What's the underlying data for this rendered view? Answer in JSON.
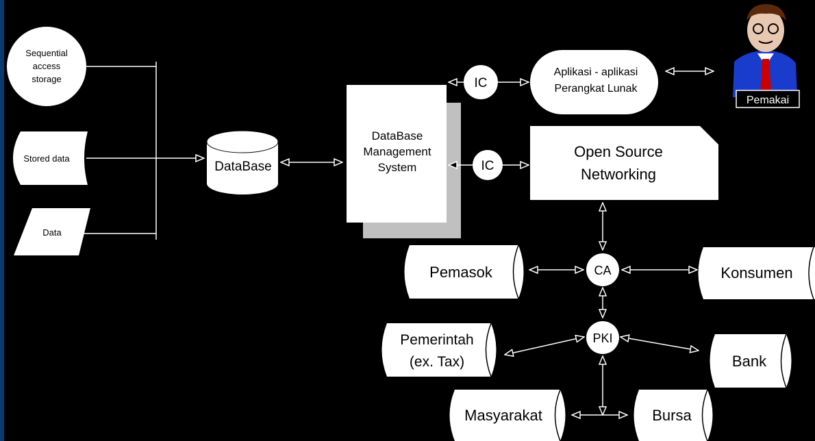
{
  "sources": {
    "sequential": [
      "Sequential",
      "access",
      "storage"
    ],
    "stored": "Stored data",
    "data": "Data"
  },
  "database": "DataBase",
  "dbms": [
    "DataBase",
    "Management",
    "System"
  ],
  "ic_top": "IC",
  "ic_mid": "IC",
  "apps": [
    "Aplikasi - aplikasi",
    "Perangkat Lunak"
  ],
  "user": "Pemakai",
  "network": [
    "Open Source",
    "Networking"
  ],
  "ca": "CA",
  "pki": "PKI",
  "parties": {
    "pemasok": "Pemasok",
    "konsumen": "Konsumen",
    "pemerintah": [
      "Pemerintah",
      "(ex. Tax)"
    ],
    "bank": "Bank",
    "masyarakat": "Masyarakat",
    "bursa": "Bursa"
  },
  "colors": {
    "background": "#000000",
    "shape_fill": "#ffffff",
    "dbms_shadow": "#c0c0c0",
    "tie": "#cc0000",
    "suit": "#1a3ccc"
  }
}
